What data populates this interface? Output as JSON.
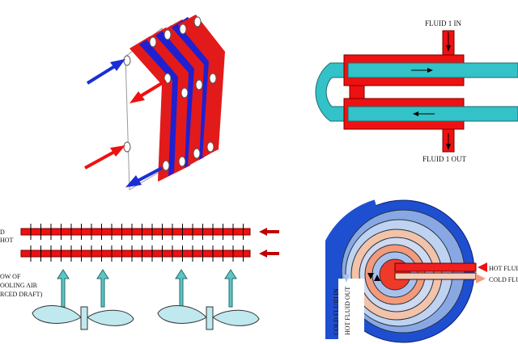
{
  "panels": {
    "plate": {
      "name": "plate-heat-exchanger"
    },
    "hairpin": {
      "name": "double-pipe-heat-exchanger",
      "fluid_in_label": "FLUID 1 IN",
      "fluid_out_label": "FLUID 1 OUT",
      "hot_color": "#ee1111",
      "cold_color": "#33c2c8"
    },
    "aircooled": {
      "name": "air-cooled-heat-exchanger",
      "row1_label": "D",
      "row2_label": "HOT",
      "air_label_lines": [
        "OW OF",
        "OOLING AIR",
        "RCED DRAFT)"
      ]
    },
    "spiral": {
      "name": "spiral-heat-exchanger",
      "hot_in_label": "HOT FLUID",
      "cold_out_label": "COLD FLUI",
      "cold_in_label": "COLD FLUID IN",
      "hot_out_label": "HOT FLUID OUT"
    }
  },
  "colors": {
    "hot": "#ee1111",
    "cold": "#1a2ed6",
    "teal": "#5fc4c4",
    "fan": "#bfe9ee"
  }
}
